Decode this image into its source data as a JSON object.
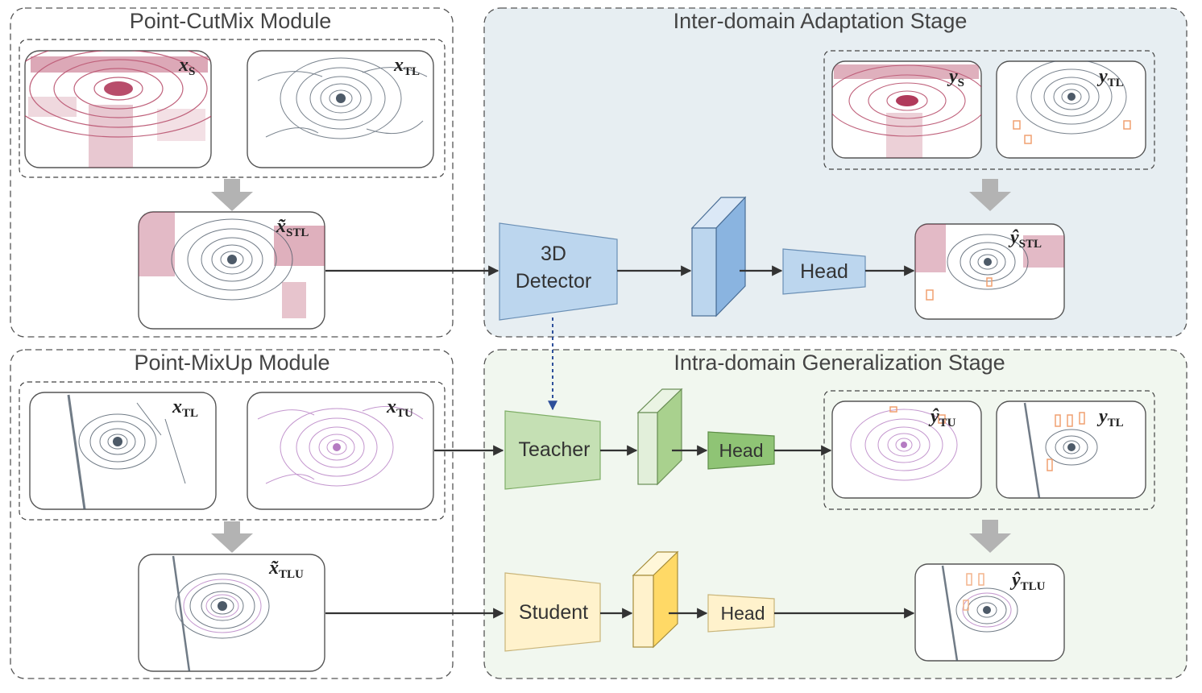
{
  "modules": {
    "cutmix": {
      "title": "Point-CutMix Module"
    },
    "mixup": {
      "title": "Point-MixUp Module"
    }
  },
  "stages": {
    "inter": {
      "title": "Inter-domain Adaptation Stage",
      "bg_color": "#e7eef2"
    },
    "intra": {
      "title": "Intra-domain Generalization Stage",
      "bg_color": "#f1f7ef"
    }
  },
  "images": {
    "x_s": {
      "base": "x",
      "hat": "",
      "sub": "S"
    },
    "x_tl": {
      "base": "x",
      "hat": "",
      "sub": "TL"
    },
    "x_stl": {
      "base": "x",
      "hat": "̃",
      "sub": "STL"
    },
    "y_s": {
      "base": "y",
      "hat": "",
      "sub": "S"
    },
    "y_tl": {
      "base": "y",
      "hat": "",
      "sub": "TL"
    },
    "y_stl": {
      "base": "y",
      "hat": "̂",
      "sub": "STL"
    },
    "x_tl2": {
      "base": "x",
      "hat": "",
      "sub": "TL"
    },
    "x_tu": {
      "base": "x",
      "hat": "",
      "sub": "TU"
    },
    "x_tlu": {
      "base": "x",
      "hat": "̃",
      "sub": "TLU"
    },
    "y_tu": {
      "base": "y",
      "hat": "̂",
      "sub": "TU"
    },
    "y_tl2": {
      "base": "y",
      "hat": "",
      "sub": "TL"
    },
    "y_tlu": {
      "base": "y",
      "hat": "̂",
      "sub": "TLU"
    }
  },
  "blocks": {
    "detector": {
      "line1": "3D",
      "line2": "Detector",
      "color": "#bcd6ee"
    },
    "teacher": {
      "label": "Teacher",
      "color": "#c5e0b4"
    },
    "student": {
      "label": "Student",
      "color": "#fff2cc"
    },
    "head_inter": {
      "label": "Head",
      "color": "#bcd6ee"
    },
    "head_teacher": {
      "label": "Head",
      "color": "#8fc475"
    },
    "head_student": {
      "label": "Head",
      "color": "#fff2cc"
    }
  },
  "colors": {
    "source_points": "#b03a5b",
    "target_points": "#4d5a68",
    "unlabeled_points": "#b57cc2",
    "pseudo_box": "#f0a070",
    "feature_blue": "#8ab4e0",
    "feature_green": "#c5e0b4",
    "feature_yellow": "#ffd966"
  }
}
